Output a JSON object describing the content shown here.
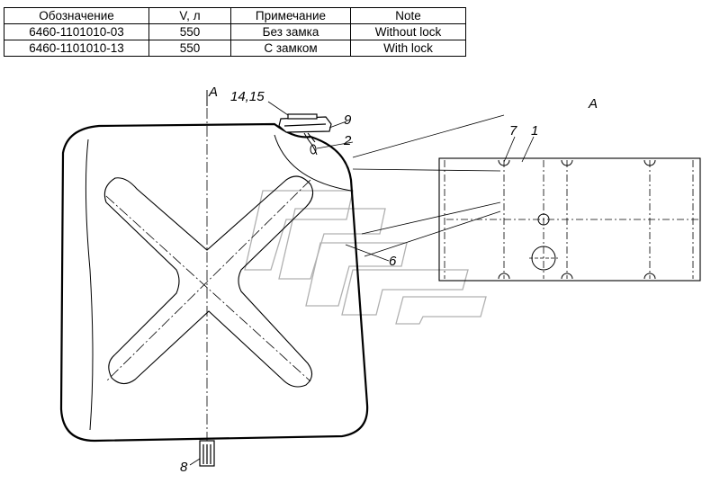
{
  "spec_table": {
    "headers": [
      "Обозначение",
      "V, л",
      "Примечание",
      "Note"
    ],
    "rows": [
      [
        "6460-1101010-03",
        "550",
        "Без замка",
        "Without lock"
      ],
      [
        "6460-1101010-13",
        "550",
        "С замком",
        "With lock"
      ]
    ]
  },
  "drawing": {
    "section_label": "A",
    "view_label": "A",
    "callouts": {
      "filler": "14,15",
      "lock": "9",
      "chain": "2",
      "drain": "8",
      "stiffener": "6",
      "bracket": "7",
      "band": "1"
    }
  },
  "colors": {
    "line": "#000000",
    "watermark": "#b0b0b0"
  }
}
